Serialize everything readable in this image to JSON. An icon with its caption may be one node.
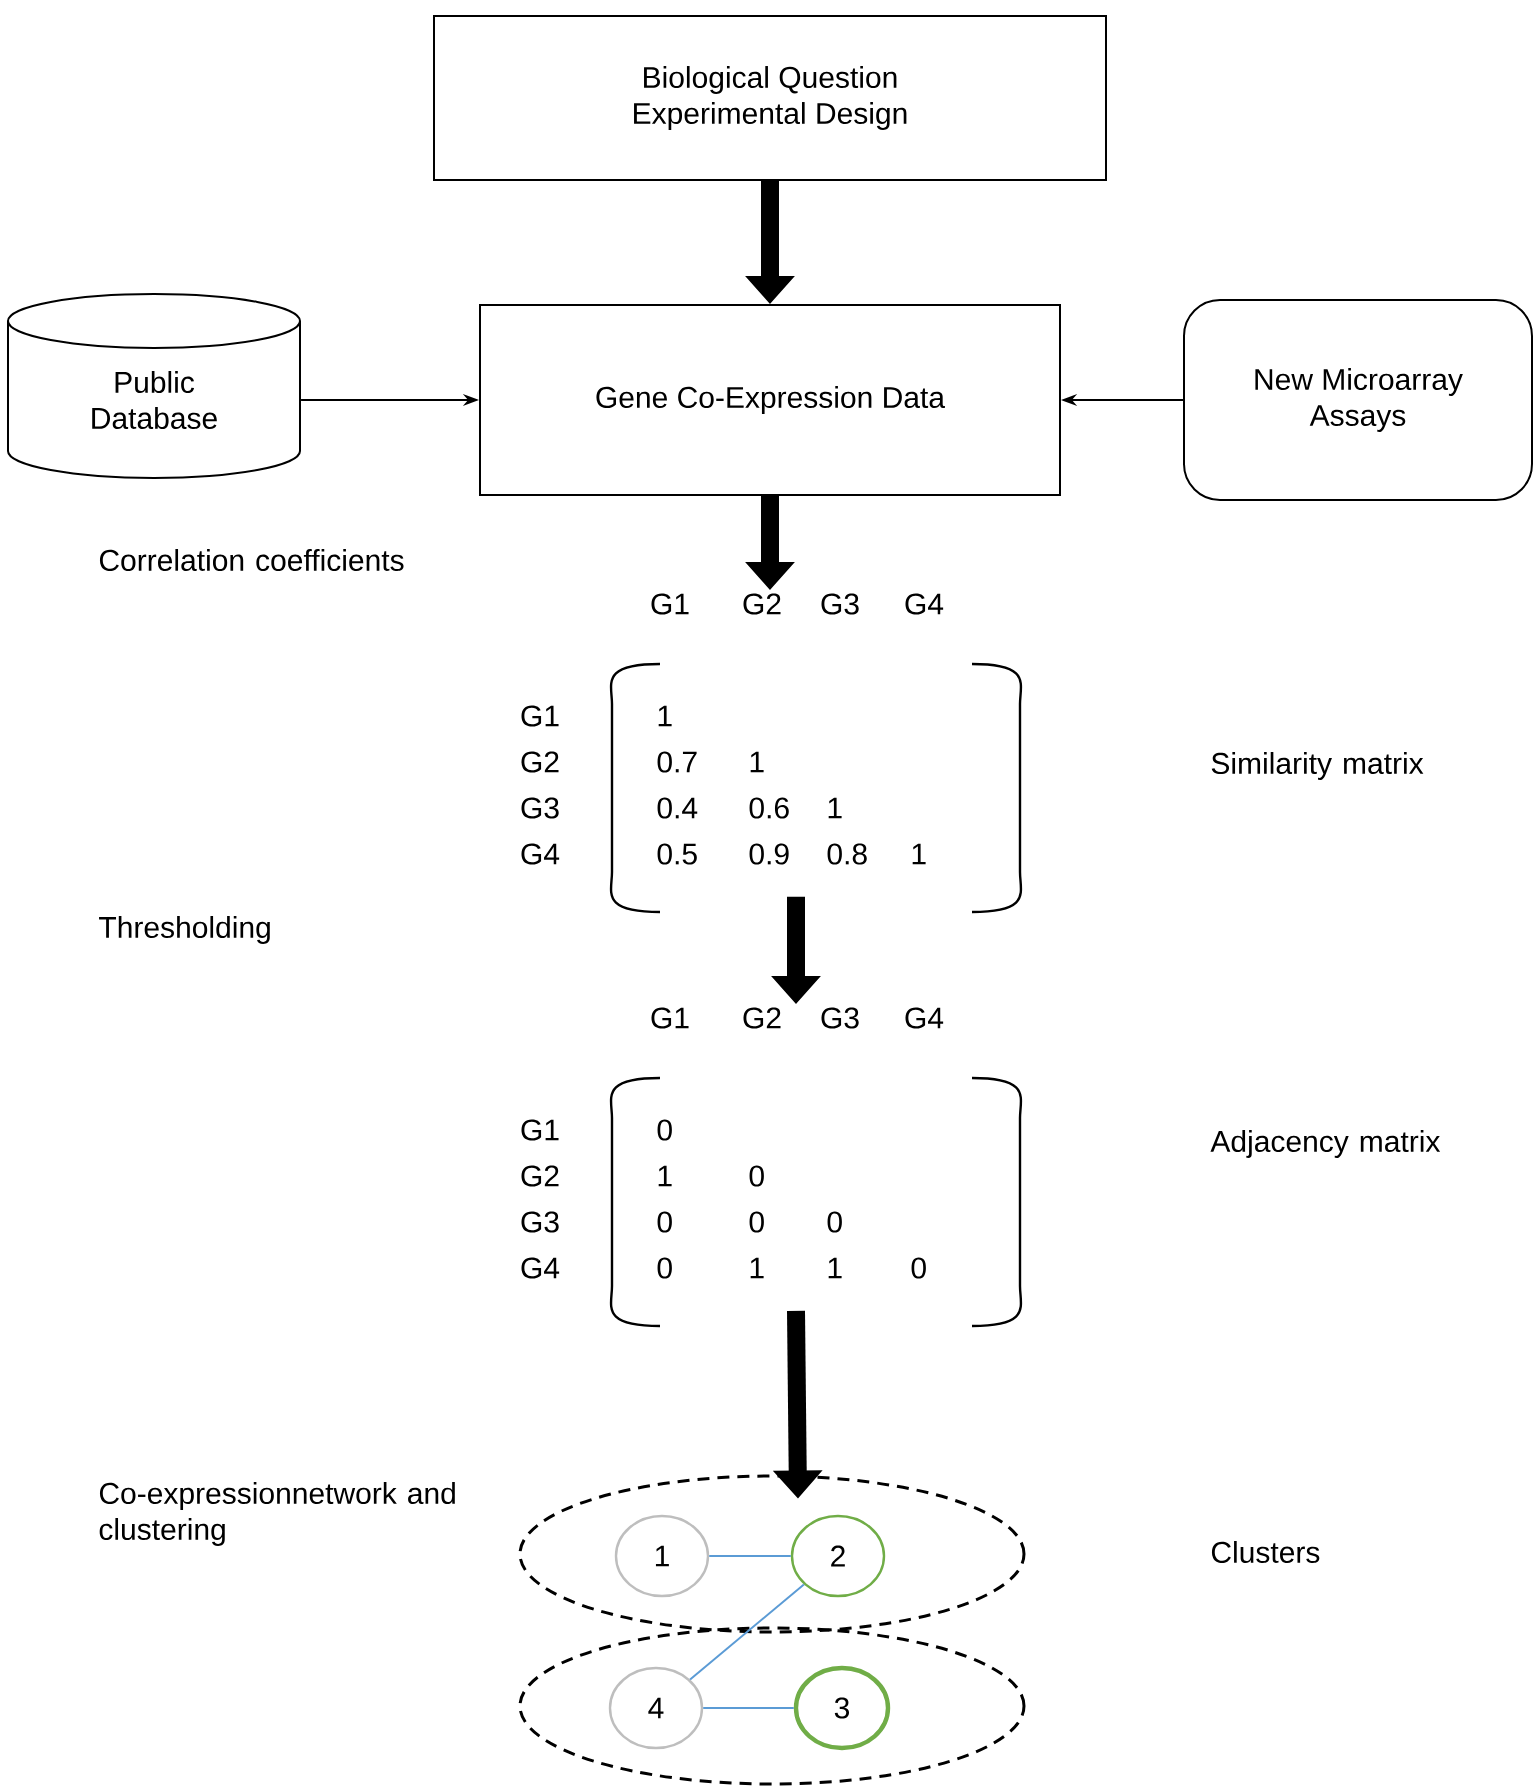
{
  "diagram": {
    "nodes": [
      {
        "text": [
          "Biological Question Experimental Design"
        ]
      },
      {
        "text": [
          "Public Database"
        ]
      },
      {
        "text": [
          "Gene Co-Expression Data"
        ]
      },
      {
        "text": [
          "New Microarray Assays"
        ]
      },
      {
        "text": [
          "G1",
          "G2",
          "G3",
          "G4",
          "G1",
          "1",
          "G2",
          "0.7",
          "1",
          "G3",
          "0.4",
          "0.6",
          "1",
          "G4",
          "0.5",
          "0.9",
          "0.8",
          "1"
        ]
      },
      {
        "text": [
          "G1",
          "G2",
          "G3",
          "G4",
          "G1",
          "0",
          "G2",
          "1",
          "0",
          "G3",
          "0",
          "0",
          "0",
          "G4",
          "0",
          "1",
          "1",
          "0"
        ]
      },
      {
        "text": [],
        "shape": "ellipse"
      },
      {
        "text": [
          "1"
        ],
        "in": 6
      },
      {
        "text": [
          "2"
        ],
        "in": 6
      },
      {
        "text": [],
        "shape": "ellipse"
      },
      {
        "text": [
          "4"
        ],
        "in": 9
      },
      {
        "text": [
          "3"
        ],
        "in": 9
      }
    ],
    "edges": [
      {
        "from": 0,
        "to": 2,
        "arrow": "to",
        "style": "thick"
      },
      {
        "from": 1,
        "to": 2,
        "arrow": "to"
      },
      {
        "from": 3,
        "to": 2,
        "arrow": "to"
      },
      {
        "from": 2,
        "to": 4,
        "arrow": "to",
        "style": "thick"
      },
      {
        "from": 4,
        "to": 5,
        "arrow": "to",
        "style": "thick"
      },
      {
        "from": 5,
        "to": 6,
        "arrow": "to",
        "style": "thick"
      },
      {
        "from": 7,
        "to": 8,
        "arrow": "none",
        "color": "#5b9bd5"
      },
      {
        "from": 8,
        "to": 10,
        "arrow": "none",
        "color": "#5b9bd5"
      },
      {
        "from": 10,
        "to": 11,
        "arrow": "none",
        "color": "#5b9bd5"
      }
    ],
    "labels": [
      "Correlation coefficients",
      "Similarity matrix",
      "Thresholding",
      "Adjacency matrix",
      "Co-expressionnetwork and clustering",
      "Clusters"
    ]
  }
}
